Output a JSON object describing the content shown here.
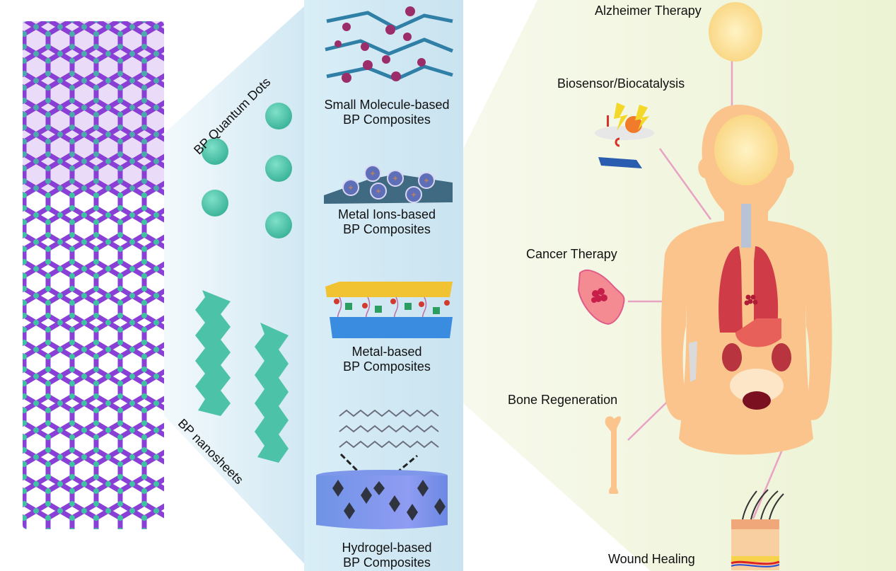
{
  "figure": {
    "title": "Black phosphorus (BP) composites and biomedical applications",
    "colors": {
      "bp_atom": "#3ec4a3",
      "bp_bond": "#8a3fd6",
      "composite_panel": "#d6ecf5",
      "application_panel": "#eef4d8",
      "body_skin": "#fbc48c",
      "organ_red": "#cf3b46",
      "connector_line": "#e9a2c4"
    }
  },
  "structure": {
    "name": "Black phosphorus nanotube lattice",
    "forms": [
      {
        "id": "quantum-dots",
        "label": "BP Quantum Dots"
      },
      {
        "id": "nanosheets",
        "label": "BP nanosheets"
      }
    ]
  },
  "composites": [
    {
      "line1": "Small Molecule-based",
      "line2": "BP Composites"
    },
    {
      "line1": "Metal Ions-based",
      "line2": "BP Composites"
    },
    {
      "line1": "Metal-based",
      "line2": "BP Composites"
    },
    {
      "line1": "Hydrogel-based",
      "line2": "BP Composites"
    }
  ],
  "applications": [
    {
      "label": "Alzheimer Therapy",
      "icon": "brain-icon"
    },
    {
      "label": "Biosensor/Biocatalysis",
      "icon": "biosensor-icon"
    },
    {
      "label": "Cancer Therapy",
      "icon": "tumor-cell-icon"
    },
    {
      "label": "Bone Regeneration",
      "icon": "bone-icon"
    },
    {
      "label": "Wound Healing",
      "icon": "skin-section-icon"
    }
  ]
}
